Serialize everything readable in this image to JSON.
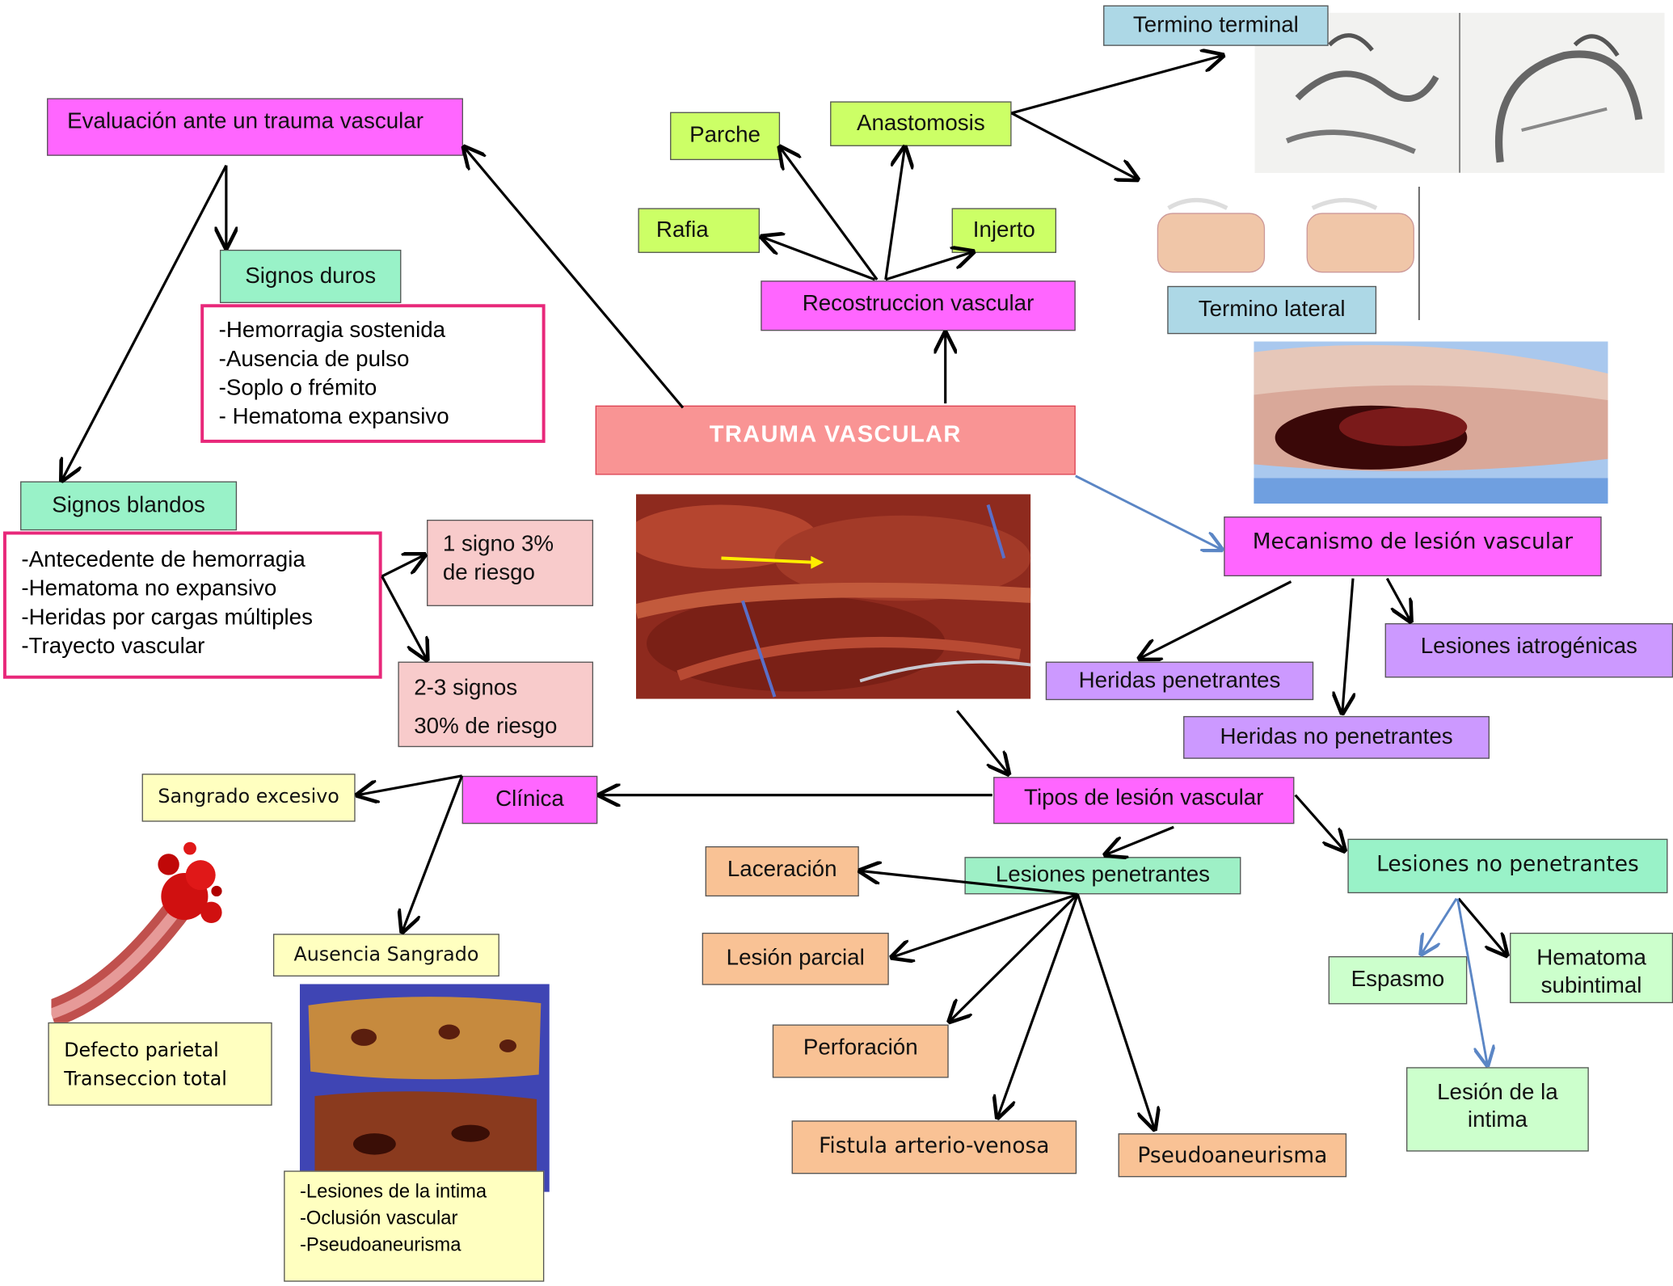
{
  "title": "TRAUMA VASCULAR",
  "evaluation": {
    "title": "Evaluación ante un trauma vascular",
    "hard_signs_title": "Signos duros",
    "hard_signs": [
      "-Hemorragia sostenida",
      "-Ausencia de pulso",
      "-Soplo o frémito",
      "- Hematoma expansivo"
    ],
    "soft_signs_title": "Signos blandos",
    "soft_signs": [
      "-Antecedente de hemorragia",
      "-Hematoma no expansivo",
      "-Heridas por cargas múltiples",
      "-Trayecto vascular"
    ],
    "risk_one": [
      "1 signo 3%",
      "de riesgo"
    ],
    "risk_many": [
      "2-3 signos",
      "30% de riesgo"
    ]
  },
  "reconstruction": {
    "title": "Recostruccion vascular",
    "options": {
      "patch": "Parche",
      "anastomosis": "Anastomosis",
      "raphy": "Rafia",
      "graft": "Injerto"
    },
    "anastomosis_types": {
      "end_to_end": "Termino terminal",
      "end_to_side": "Termino lateral"
    }
  },
  "mechanism": {
    "title": "Mecanismo de lesión vascular",
    "items": {
      "penetrating": "Heridas penetrantes",
      "iatrogenic": "Lesiones iatrogénicas",
      "non_penetrating": "Heridas no penetrantes"
    }
  },
  "lesion_types": {
    "title": "Tipos de lesión vascular",
    "penetrating": {
      "title": "Lesiones penetrantes",
      "items": {
        "laceration": "Laceración",
        "partial": "Lesión parcial",
        "perforation": "Perforación",
        "fistula": "Fistula arterio-venosa",
        "pseudoaneurysm": "Pseudoaneurisma"
      }
    },
    "non_penetrating": {
      "title": "Lesiones no penetrantes",
      "items": {
        "spasm": "Espasmo",
        "hematoma": "Hematoma subintimal",
        "intima": "Lesión de la intima"
      }
    }
  },
  "clinic": {
    "title": "Clínica",
    "excessive_bleeding": "Sangrado excesivo",
    "excessive_findings": [
      "Defecto parietal",
      "Transeccion total"
    ],
    "no_bleeding": "Ausencia Sangrado",
    "no_bleeding_findings": [
      "-Lesiones  de la intima",
      "-Oclusión vascular",
      "-Pseudoaneurisma"
    ]
  },
  "colors": {
    "magenta": "#ff66ff",
    "lime": "#ccff66",
    "teal": "#99f2c8",
    "sky": "#add8e6",
    "violet": "#cc99ff",
    "peach": "#f9c295",
    "pink": "#f8cbcb",
    "cream": "#ffffc0",
    "mint": "#ccffcc",
    "main": "#f99494",
    "border_pink": "#e8287a",
    "arrow_blue": "#5b86c5"
  }
}
